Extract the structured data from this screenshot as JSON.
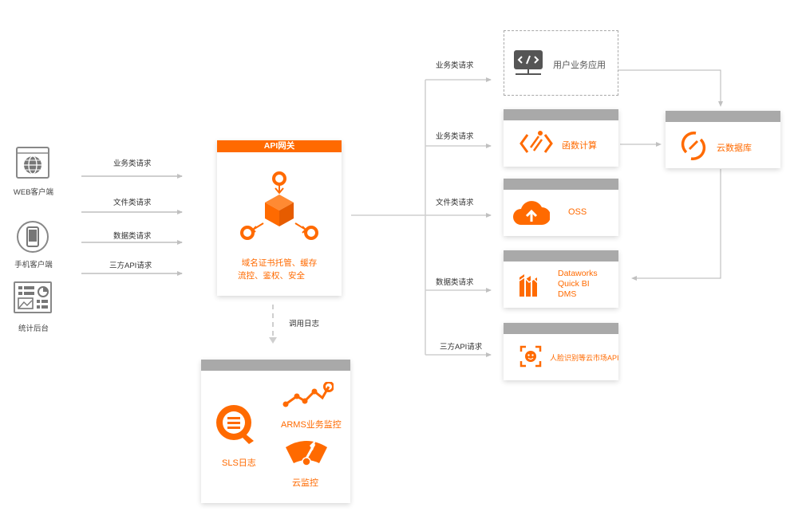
{
  "colors": {
    "accent": "#ff6a00",
    "line": "#c8c8c8",
    "bar": "#a9a9a9",
    "dark": "#555555"
  },
  "clients": [
    {
      "label": "WEB客户端",
      "icon": "globe-browser-icon"
    },
    {
      "label": "手机客户端",
      "icon": "mobile-phone-icon"
    },
    {
      "label": "统计后台",
      "icon": "dashboard-icon"
    }
  ],
  "incoming": [
    "业务类请求",
    "文件类请求",
    "数据类请求",
    "三方API请求"
  ],
  "gateway": {
    "title": "API网关",
    "line1": "域名证书托管、缓存",
    "line2": "流控、鉴权、安全",
    "icon": "cube-network-icon"
  },
  "log_label": "调用日志",
  "monitoring": {
    "sls": "SLS日志",
    "arms": "ARMS业务监控",
    "cloud": "云监控"
  },
  "outgoing": [
    "业务类请求",
    "业务类请求",
    "文件类请求",
    "数据类请求",
    "三方API请求"
  ],
  "services": {
    "user_app": "用户业务应用",
    "function": "函数计算",
    "oss": "OSS",
    "data": {
      "l1": "Dataworks",
      "l2": "Quick BI",
      "l3": "DMS"
    },
    "market": "人脸识别等云市场API",
    "database": "云数据库"
  }
}
